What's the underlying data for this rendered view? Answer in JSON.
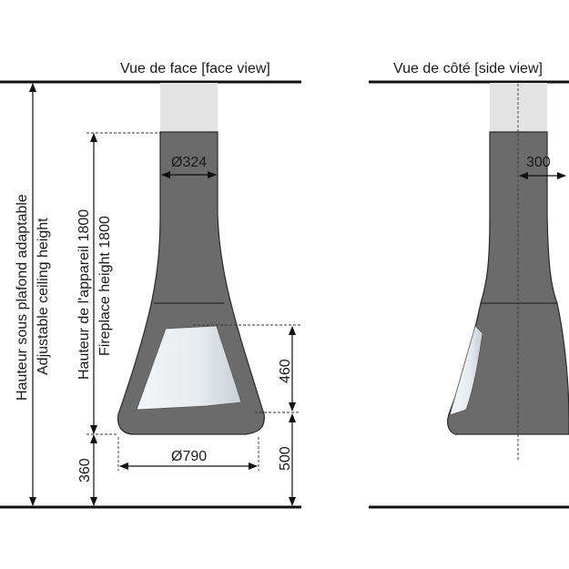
{
  "titles": {
    "front": "Vue de face [face view]",
    "side": "Vue de côté [side view]"
  },
  "labels": {
    "ceiling_fr": "Hauteur sous plafond adaptable",
    "ceiling_en": "Adjustable ceiling height",
    "fireplace_fr": "Hauteur de l'appareil 1800",
    "fireplace_en": "Fireplace height 1800",
    "pipe_diameter": "Ø324",
    "base_diameter": "Ø790",
    "opening_height": "460",
    "hearth_height": "500",
    "floor_clearance": "360",
    "side_depth": "300"
  },
  "colors": {
    "body": "#6b6b6b",
    "pipe": "#e3e3e3",
    "glass_light": "#f4f6f8",
    "glass_dark": "#c6cfd8",
    "lines": "#111111"
  }
}
